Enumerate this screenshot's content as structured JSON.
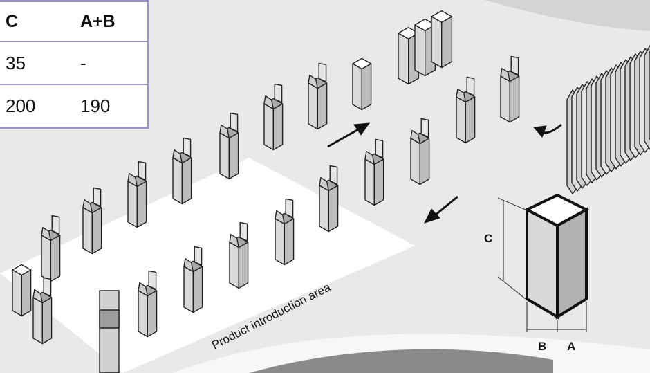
{
  "table": {
    "headers": [
      "C",
      "A+B"
    ],
    "rows": [
      [
        "35",
        "-"
      ],
      [
        "200",
        "190"
      ]
    ]
  },
  "area_label": "Product introduction area",
  "dimensions": {
    "c": "C",
    "b": "B",
    "a": "A"
  },
  "colors": {
    "background": "#e9e9e9",
    "table_border": "#9b8fc4",
    "box_face_light": "#ffffff",
    "box_face_mid": "#d9d9d9",
    "box_face_dark": "#bdbdbd",
    "outline": "#222222",
    "platform": "#ffffff"
  }
}
